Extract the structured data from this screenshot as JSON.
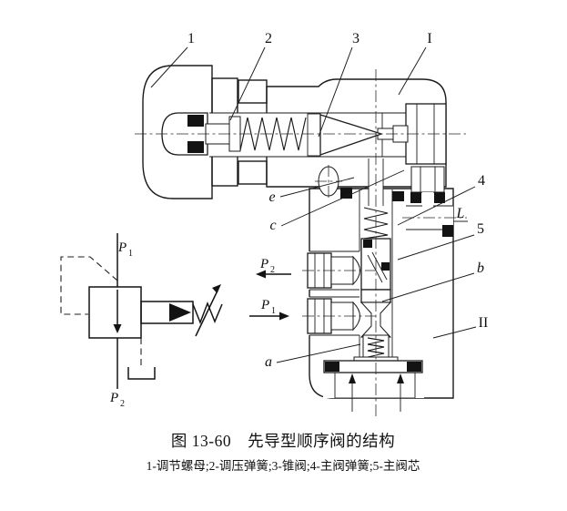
{
  "figure": {
    "caption": "图 13-60　先导型顺序阀的结构",
    "legend": "1-调节螺母;2-调压弹簧;3-锥阀;4-主阀弹簧;5-主阀芯"
  },
  "colors": {
    "ink": "#1b1b1b",
    "paper": "#ffffff"
  },
  "callouts": {
    "part1": "1",
    "part2": "2",
    "part3": "3",
    "part4": "4",
    "part5": "5",
    "pilot_body": "I",
    "main_body": "II",
    "hole_e": "e",
    "hole_c": "c",
    "hole_a": "a",
    "hole_b": "b",
    "drain_l": "L"
  },
  "ports": {
    "inlet": {
      "letter": "P",
      "sub": "1"
    },
    "outlet": {
      "letter": "P",
      "sub": "2"
    }
  },
  "symbol": {
    "top": {
      "letter": "P",
      "sub": "1"
    },
    "bottom": {
      "letter": "P",
      "sub": "2"
    }
  }
}
